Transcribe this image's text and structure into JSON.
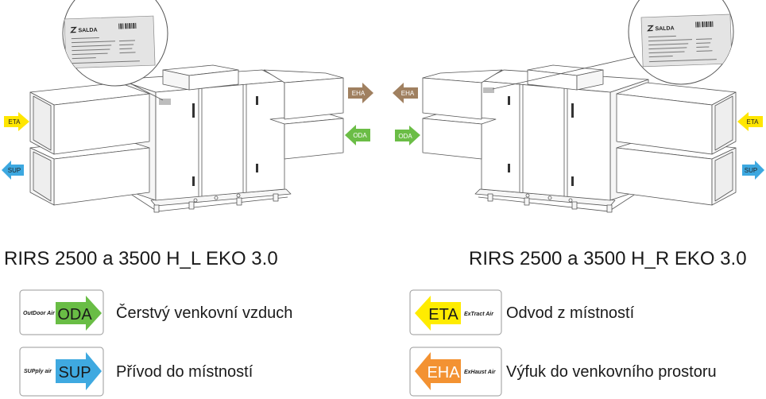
{
  "units": {
    "left": {
      "title": "RIRS 2500 a 3500 H_L EKO 3.0",
      "nameplate_brand": "SALDA",
      "arrows": {
        "eta": "ETA",
        "sup": "SUP",
        "eha": "EHA",
        "oda": "ODA"
      }
    },
    "right": {
      "title": "RIRS 2500 a 3500 H_R EKO 3.0",
      "nameplate_brand": "SALDA",
      "arrows": {
        "eta": "ETA",
        "sup": "SUP",
        "eha": "EHA",
        "oda": "ODA"
      }
    }
  },
  "diagram_arrow_colors": {
    "eta": "#ffe600",
    "sup": "#3da8e0",
    "eha": "#a08060",
    "oda": "#6bbd46"
  },
  "legend": {
    "oda": {
      "code": "ODA",
      "caption": "OutDoor Air",
      "description": "Čerstvý venkovní vzduch",
      "color": "#69bd45"
    },
    "sup": {
      "code": "SUP",
      "caption": "SUPply air",
      "description": "Přívod do místností",
      "color": "#3fa9e0"
    },
    "eta": {
      "code": "ETA",
      "caption": "ExTract Air",
      "description": "Odvod z místností",
      "color": "#ffec00"
    },
    "eha": {
      "code": "EHA",
      "caption": "ExHaust Air",
      "description": "Výfuk do venkovního prostoru",
      "color": "#f39232"
    }
  }
}
